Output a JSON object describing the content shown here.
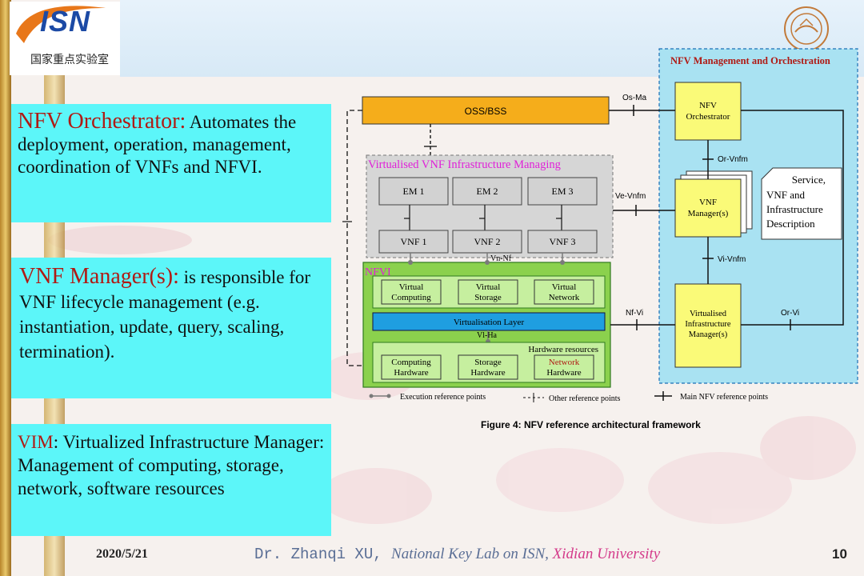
{
  "slide": {
    "logo": {
      "brand": "ISN",
      "subtitle": "国家重点实验室"
    },
    "blocks": [
      {
        "heading": "NFV Orchestrator:",
        "body": " Automates the deployment, operation, management, coordination of VNFs and NFVI."
      },
      {
        "heading": "VNF Manager(s):",
        "body": "  is responsible for VNF lifecycle management (e.g. instantiation, update, query, scaling, termination)."
      },
      {
        "heading": "VIM",
        "body": ": Virtualized Infrastructure Manager: Management of computing, storage, network, software resources"
      }
    ],
    "footer": {
      "date": "2020/5/21",
      "author_prefix": "Dr. Zhanqi XU, ",
      "lab": "National Key Lab on ISN, ",
      "university": "Xidian University",
      "page": "10"
    }
  },
  "diagram": {
    "caption": "Figure 4: NFV reference architectural framework",
    "mano_title": "NFV Management and Orchestration",
    "oss": "OSS/BSS",
    "vnf_area_title": "Virtualised VNF Infrastructure Managing",
    "ems": [
      "EM 1",
      "EM 2",
      "EM 3"
    ],
    "vnfs": [
      "VNF 1",
      "VNF 2",
      "VNF 3"
    ],
    "nfvi_title": "NFVI",
    "virtual": [
      [
        "Virtual",
        "Computing"
      ],
      [
        "Virtual",
        "Storage"
      ],
      [
        "Virtual",
        "Network"
      ]
    ],
    "virt_layer": "Virtualisation Layer",
    "hw_title": "Hardware resources",
    "hardware": [
      [
        "Computing",
        "Hardware"
      ],
      [
        "Storage",
        "Hardware"
      ],
      [
        "Network",
        "Hardware"
      ]
    ],
    "orchestrator": [
      "NFV",
      "Orchestrator"
    ],
    "vnfm": [
      "VNF",
      "Manager(s)"
    ],
    "vim": [
      "Virtualised",
      "Infrastructure",
      "Manager(s)"
    ],
    "description": [
      "Service,",
      "VNF and",
      "Infrastructure",
      "Description"
    ],
    "ref_points": {
      "os_ma": "Os-Ma",
      "or_vnfm": "Or-Vnfm",
      "ve_vnfm": "Ve-Vnfm",
      "vi_vnfm": "Vi-Vnfm",
      "nf_vi": "Nf-Vi",
      "or_vi": "Or-Vi",
      "vn_nf": "Vn-Nf",
      "vi_ha": "Vl-Ha"
    },
    "legend": [
      "Execution reference points",
      "Other reference points",
      "Main NFV reference points"
    ],
    "colors": {
      "oss": "#f5ad1b",
      "mano_bg": "#a9e2f2",
      "manager": "#fafa78",
      "nfvi": "#8bd14d",
      "virt_layer": "#1f9ee0",
      "vnf_area": "#d6d6d6",
      "magenta": "#e020d8"
    }
  }
}
